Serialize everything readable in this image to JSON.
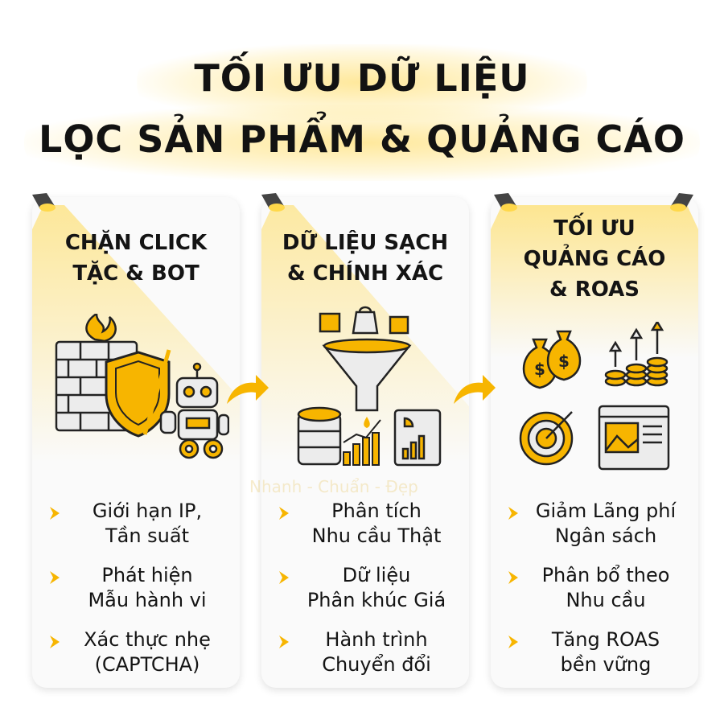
{
  "title": {
    "line1": "TỐI ƯU DỮ LIỆU",
    "line2": "LỌC SẢN PHẨM & QUẢNG CÁO"
  },
  "watermark": {
    "text": "Nhanh - Chuẩn - Đẹp"
  },
  "colors": {
    "accent": "#f7b500",
    "text": "#141414",
    "card": "#fafafa",
    "glow": "#ffd84a"
  },
  "columns": [
    {
      "title_lines": [
        "CHẶN CLICK",
        "TẶC & BOT"
      ],
      "icons": [
        "fire-icon",
        "brick-wall-icon",
        "shield-icon",
        "robot-icon",
        "gears-icon"
      ],
      "items": [
        {
          "lines": [
            "Giới hạn IP,",
            "Tần suất"
          ]
        },
        {
          "lines": [
            "Phát hiện",
            "Mẫu hành vi"
          ]
        },
        {
          "lines": [
            "Xác thực nhẹ",
            "(CAPTCHA)"
          ]
        }
      ]
    },
    {
      "title_lines": [
        "DỮ LIỆU SẠCH",
        "& CHÍNH XÁC"
      ],
      "icons": [
        "box-icon",
        "shopping-bag-icon",
        "funnel-icon",
        "database-icon",
        "bar-chart-icon",
        "report-icon"
      ],
      "items": [
        {
          "lines": [
            "Phân tích",
            "Nhu cầu Thật"
          ]
        },
        {
          "lines": [
            "Dữ liệu",
            "Phân khúc Giá"
          ]
        },
        {
          "lines": [
            "Hành trình",
            "Chuyển đổi"
          ]
        }
      ]
    },
    {
      "title_lines": [
        "TỐI ƯU",
        "QUẢNG CÁO",
        "& ROAS"
      ],
      "icons": [
        "money-bag-icon",
        "coin-stack-growth-icon",
        "target-icon",
        "ad-banner-icon"
      ],
      "items": [
        {
          "lines": [
            "Giảm Lãng phí",
            "Ngân sách"
          ]
        },
        {
          "lines": [
            "Phân bổ theo",
            "Nhu cầu"
          ]
        },
        {
          "lines": [
            "Tăng ROAS",
            "bền vững"
          ]
        }
      ]
    }
  ]
}
